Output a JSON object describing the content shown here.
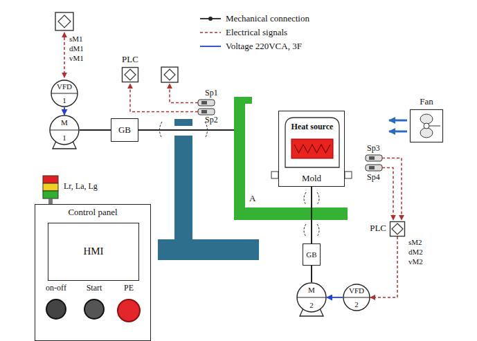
{
  "diagram": {
    "nodes": [
      {
        "text": [
          "VFD",
          "1"
        ]
      },
      {
        "text": [
          "M",
          "1"
        ]
      },
      {
        "text": [
          "GB"
        ]
      },
      {
        "text": [
          "PLC"
        ]
      },
      {
        "text": [
          "Control panel"
        ]
      },
      {
        "text": [
          "HMI"
        ],
        "in": 4
      },
      {
        "text": [
          "on-off"
        ],
        "in": 4
      },
      {
        "text": [
          "Start"
        ],
        "in": 4
      },
      {
        "text": [
          "PE"
        ],
        "in": 4
      },
      {
        "text": [
          "Mold"
        ]
      },
      {
        "text": [
          "Heat source"
        ],
        "in": 9
      },
      {
        "text": [
          "GB"
        ]
      },
      {
        "text": [
          "M",
          "2"
        ]
      },
      {
        "text": [
          "VFD",
          "2"
        ]
      },
      {
        "text": [
          "PLC"
        ]
      },
      {
        "text": [
          "Fan"
        ]
      }
    ],
    "edges": [
      {
        "from": 0,
        "to": 1,
        "arrow": "to"
      },
      {
        "from": 1,
        "to": 2,
        "arrow": "none"
      },
      {
        "from": 9,
        "to": 11,
        "arrow": "none"
      },
      {
        "from": 11,
        "to": 12,
        "arrow": "none"
      },
      {
        "from": 13,
        "to": 12,
        "arrow": "to"
      },
      {
        "from": 14,
        "to": 13,
        "arrow": "to"
      }
    ],
    "labels": [
      "sM1",
      "dM1",
      "vM1",
      "Sp1",
      "Sp2",
      "Lr, La, Lg",
      "A",
      "Sp3",
      "Sp4",
      "sM2",
      "dM2",
      "vM2"
    ],
    "legend": [
      {
        "text": "Mechanical connection"
      },
      {
        "text": "Electrical signals"
      },
      {
        "text": "Voltage 220VCA, 3F"
      }
    ]
  }
}
